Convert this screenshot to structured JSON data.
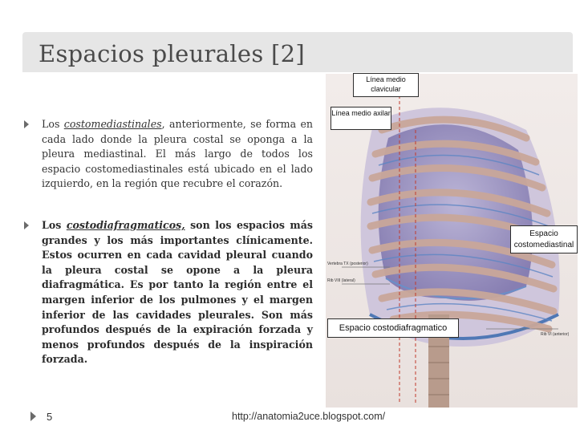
{
  "slide": {
    "title": "Espacios pleurales [2]",
    "number": "5",
    "footer_url": "http://anatomia2uce.blogspot.com/"
  },
  "bullets": [
    {
      "lead": "Los ",
      "term": "costomediastinales",
      "body": ", anteriormente, se forma en cada lado donde la pleura costal se oponga a la pleura mediastinal. El más largo de todos los espacio costomediastinales está ubicado en el lado izquierdo, en la región que recubre el corazón."
    },
    {
      "lead": "Los ",
      "term": "costodiafragmaticos,",
      "body": " son los espacios más grandes y los más importantes clínicamente. Estos ocurren en cada cavidad pleural cuando la pleura costal se opone a la pleura diafragmática. Es por tanto la región entre el margen inferior de los pulmones y el margen inferior de las cavidades pleurales. Son más profundos después de la expiración forzada y menos profundos después de la inspiración forzada."
    }
  ],
  "figure": {
    "callouts": {
      "midclavicular": "Línea medio clavicular",
      "midaxillary": "Línea medio axilar",
      "costomediastinal": "Espacio costomediastinal",
      "costodiaphragmatic": "Espacio costodiafragmatico"
    },
    "small_labels": {
      "vertebra": "Vertebra TX (posterior)",
      "rib_viii": "Rib VIII (lateral)",
      "rib_vi": "Rib VI (anterior)"
    }
  },
  "colors": {
    "title_bar": "#e6e6e6",
    "title_text": "#4a4a4a",
    "bullet_mark": "#6b6b6b",
    "rib": "#c9a79a",
    "lung": "#8f86b8",
    "pleura": "#4f78b5"
  }
}
